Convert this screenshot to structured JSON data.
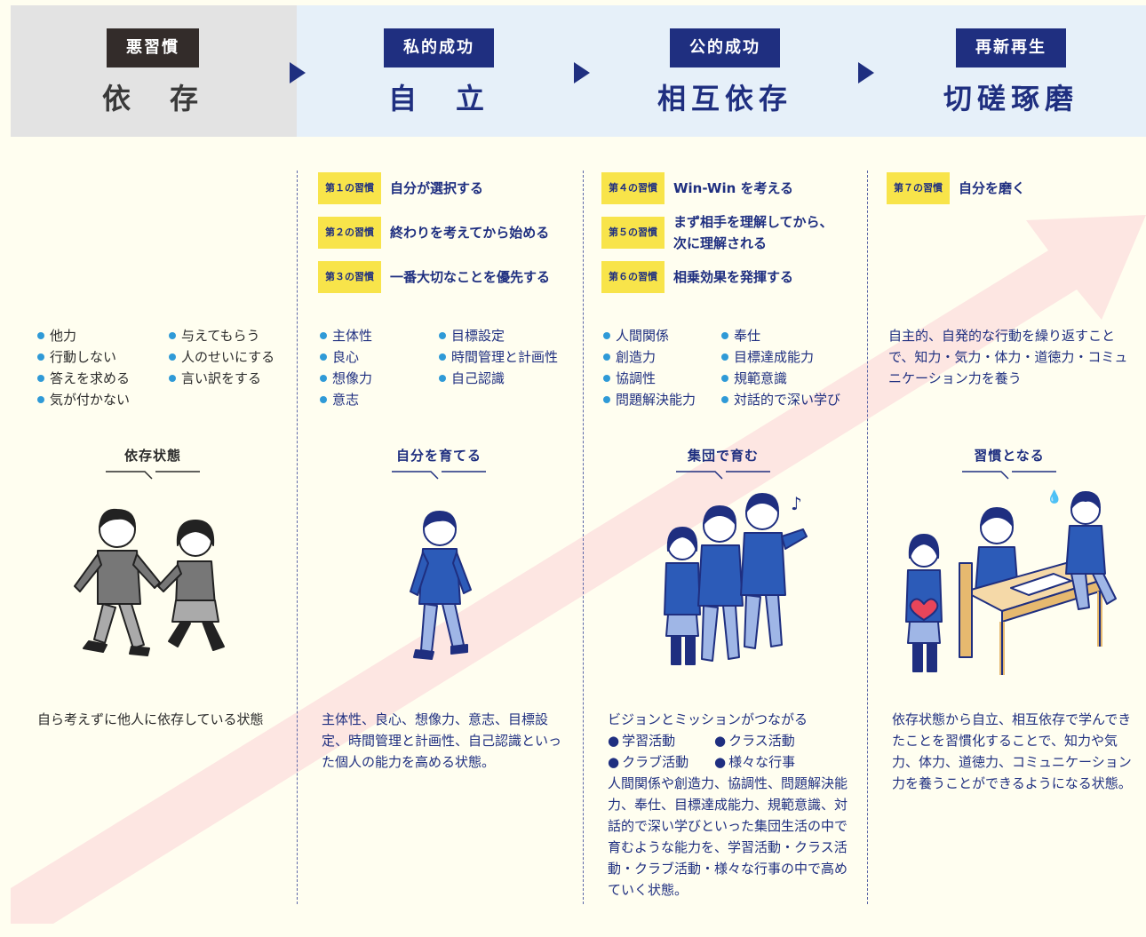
{
  "stages": [
    {
      "badge": "悪習慣",
      "title": "依　存",
      "speech": "依存状態"
    },
    {
      "badge": "私的成功",
      "title": "自　立",
      "speech": "自分を育てる"
    },
    {
      "badge": "公的成功",
      "title": "相互依存",
      "speech": "集団で育む"
    },
    {
      "badge": "再新再生",
      "title": "切磋琢磨",
      "speech": "習慣となる"
    }
  ],
  "habits": [
    {
      "tag": "第１の習慣",
      "text": "自分が選択する"
    },
    {
      "tag": "第２の習慣",
      "text": "終わりを考えてから始める"
    },
    {
      "tag": "第３の習慣",
      "text": "一番大切なことを優先する"
    },
    {
      "tag": "第４の習慣",
      "text": "Win-Win を考える"
    },
    {
      "tag": "第５の習慣",
      "text": "まず相手を理解してから、\n次に理解される"
    },
    {
      "tag": "第６の習慣",
      "text": "相乗効果を発揮する"
    },
    {
      "tag": "第７の習慣",
      "text": "自分を磨く"
    }
  ],
  "bullets": {
    "dependence": {
      "col1": [
        "他力",
        "行動しない",
        "答えを求める",
        "気が付かない"
      ],
      "col2": [
        "与えてもらう",
        "人のせいにする",
        "言い訳をする"
      ]
    },
    "independence": {
      "col1": [
        "主体性",
        "良心",
        "想像力",
        "意志"
      ],
      "col2": [
        "目標設定",
        "時間管理と計画性",
        "自己認識"
      ]
    },
    "interdependence": {
      "col1": [
        "人間関係",
        "創造力",
        "協調性",
        "問題解決能力"
      ],
      "col2": [
        "奉仕",
        "目標達成能力",
        "規範意識",
        "対話的で深い学び"
      ]
    },
    "renewal_text": "自主的、自発的な行動を繰り返すことで、知力・気力・体力・道徳力・コミュニケーション力を養う"
  },
  "descriptions": {
    "dependence": "自ら考えずに他人に依存している状態",
    "independence": "主体性、良心、想像力、意志、目標設定、時間管理と計画性、自己認識といった個人の能力を高める状態。",
    "interdependence_head": "ビジョンとミッションがつながる",
    "interdependence_items": [
      "学習活動",
      "クラス活動",
      "クラブ活動",
      "様々な行事"
    ],
    "interdependence_body": "人間関係や創造力、協調性、問題解決能力、奉仕、目標達成能力、規範意識、対話的で深い学びといった集団生活の中で育むような能力を、学習活動・クラス活動・クラブ活動・様々な行事の中で高めていく状態。",
    "renewal": "依存状態から自立、相互依存で学んできたことを習慣化することで、知力や気力、体力、道徳力、コミュニケーション力を養うことができるようになる状態。"
  },
  "colors": {
    "navy": "#1f2f80",
    "dark": "#332c2a",
    "yellow": "#f8e44a",
    "dot": "#2f9ad7",
    "header_blue": "#e6f0f9",
    "header_gray": "#e3e3e3",
    "arrow": "#fde6e2"
  }
}
